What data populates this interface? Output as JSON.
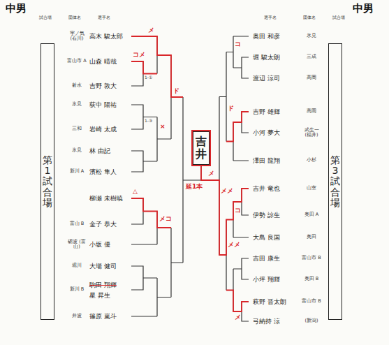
{
  "diagram": {
    "title": "中男",
    "nodes": [
      {
        "text": [
          "第1試合場"
        ]
      },
      {
        "text": [
          "吉井"
        ]
      },
      {
        "text": [
          "第3試合場"
        ]
      }
    ],
    "labels": [
      "中男",
      "試合場",
      "団体名",
      "選手名",
      "宇ノ気 (石川)",
      "高木 駿太郎",
      "富山市 A",
      "山森 晴哉",
      "射水",
      "吉野 敦大",
      "氷見",
      "荻中 陽祐",
      "三和",
      "岩崎 太成",
      "氷見",
      "林 由記",
      "新川 A",
      "濱松 隼人",
      "柳瀬 未樹暁",
      "富山 B",
      "金子 恭大",
      "砺波 (富山)",
      "小坂 優",
      "堀川",
      "大場 健司",
      "駒田 翔輝",
      "星 昇生",
      "新川 B",
      "井波",
      "篠原 嵐斗",
      "選手名",
      "団体名",
      "試合場",
      "奥田 和彦",
      "氷見",
      "堀 駿太朗",
      "三成",
      "渡辺 涼司",
      "高岡",
      "吉野 雄輝",
      "高岡",
      "小河 夢大",
      "武生一 (福井)",
      "澤田 龍翔",
      "小杉",
      "吉井 竜也",
      "山室",
      "伊勢 諒生",
      "奥田 A",
      "大島 良国",
      "奥田",
      "吉田 康生",
      "富山市 B",
      "小坪 翔輝",
      "奥田 B",
      "萩野 晋太朗",
      "富山市 B",
      "弓納持 涼",
      "(新潟)",
      "延1本",
      "メ",
      "コメ",
      "ド",
      "×",
      "メコ",
      "△",
      "メ",
      "コ",
      "ド",
      "メメ",
      "コ",
      "メメ",
      "メ",
      "1-①",
      "1-③"
    ]
  }
}
